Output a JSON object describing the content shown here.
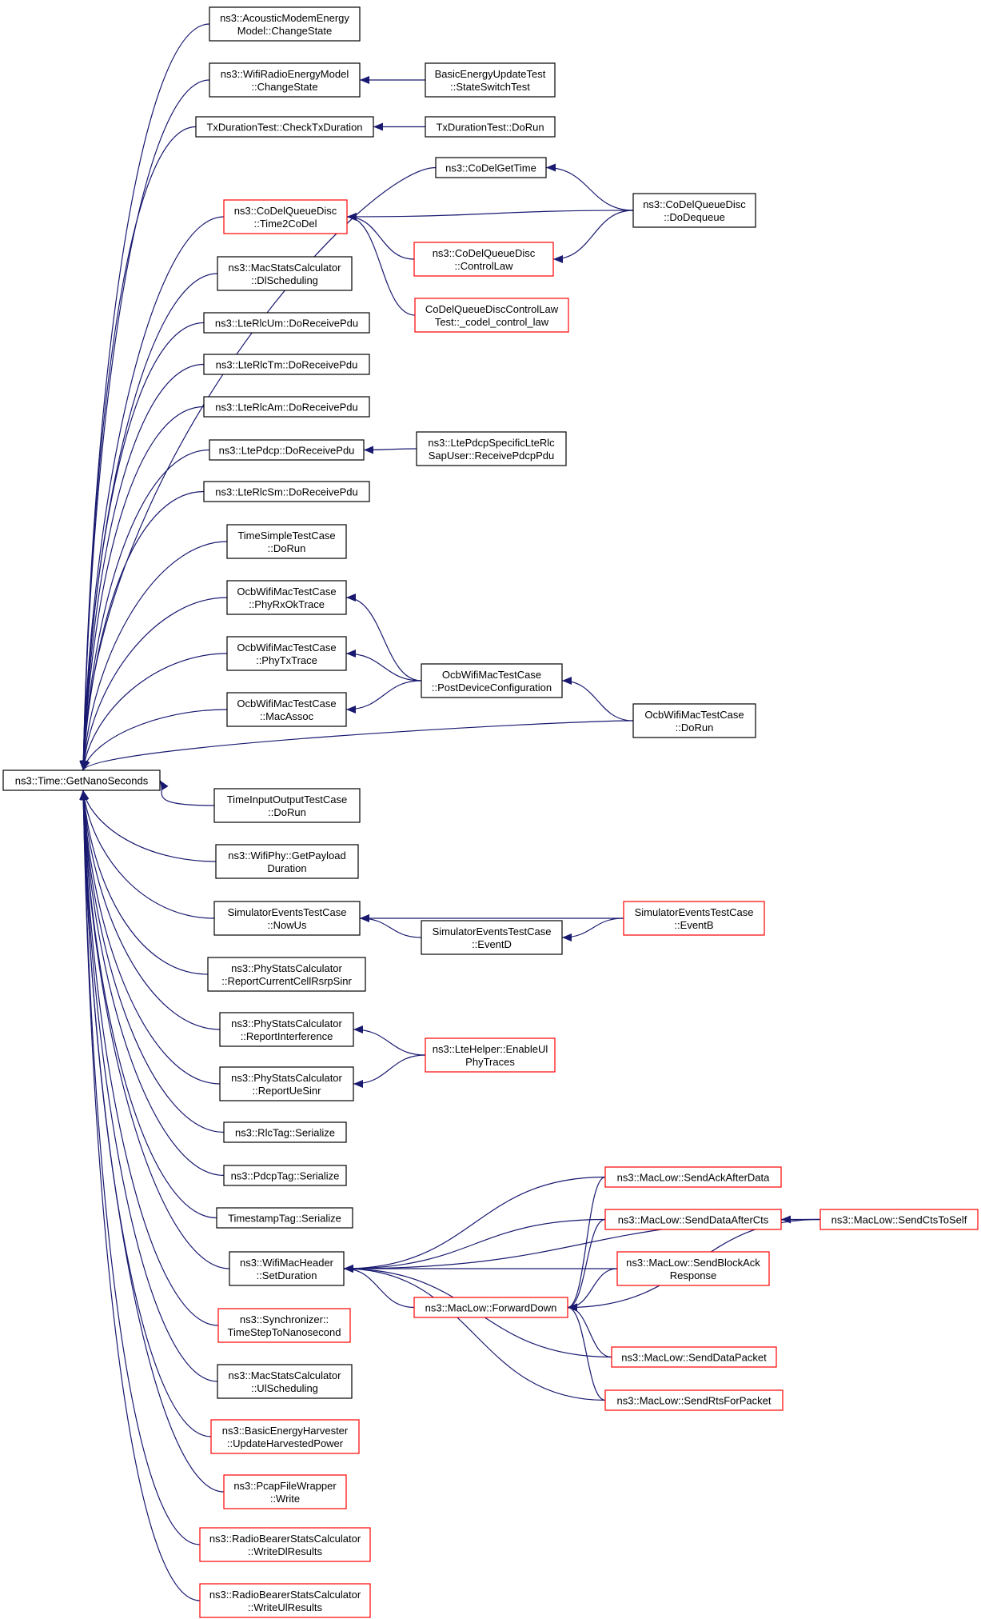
{
  "colors": {
    "edge": "#191970",
    "node_border": "#000000",
    "node_border_truncated": "#ff0000",
    "root_fill": "#bfbfbf",
    "node_fill": "#ffffff"
  },
  "nodes": {
    "root": {
      "lines": [
        "ns3::Time::GetNanoSeconds"
      ],
      "root": true
    },
    "n1": {
      "lines": [
        "ns3::AcousticModemEnergy",
        "Model::ChangeState"
      ]
    },
    "n2": {
      "lines": [
        "ns3::WifiRadioEnergyModel",
        "::ChangeState"
      ]
    },
    "n2a": {
      "lines": [
        "BasicEnergyUpdateTest",
        "::StateSwitchTest"
      ]
    },
    "n3": {
      "lines": [
        "TxDurationTest::CheckTxDuration"
      ]
    },
    "n3a": {
      "lines": [
        "TxDurationTest::DoRun"
      ]
    },
    "n4": {
      "lines": [
        "ns3::CoDelGetTime"
      ]
    },
    "n5": {
      "lines": [
        "ns3::CoDelQueueDisc",
        "::Time2CoDel"
      ],
      "truncated": true
    },
    "n5a": {
      "lines": [
        "ns3::CoDelQueueDisc",
        "::ControlLaw"
      ],
      "truncated": true
    },
    "n5b": {
      "lines": [
        "CoDelQueueDiscControlLaw",
        "Test::_codel_control_law"
      ],
      "truncated": true
    },
    "n5c": {
      "lines": [
        "ns3::CoDelQueueDisc",
        "::DoDequeue"
      ]
    },
    "n6": {
      "lines": [
        "ns3::MacStatsCalculator",
        "::DlScheduling"
      ]
    },
    "n7": {
      "lines": [
        "ns3::LteRlcUm::DoReceivePdu"
      ]
    },
    "n8": {
      "lines": [
        "ns3::LteRlcTm::DoReceivePdu"
      ]
    },
    "n9": {
      "lines": [
        "ns3::LteRlcAm::DoReceivePdu"
      ]
    },
    "n10": {
      "lines": [
        "ns3::LtePdcp::DoReceivePdu"
      ]
    },
    "n10a": {
      "lines": [
        "ns3::LtePdcpSpecificLteRlc",
        "SapUser::ReceivePdcpPdu"
      ]
    },
    "n11": {
      "lines": [
        "ns3::LteRlcSm::DoReceivePdu"
      ]
    },
    "n12": {
      "lines": [
        "TimeSimpleTestCase",
        "::DoRun"
      ]
    },
    "n13": {
      "lines": [
        "OcbWifiMacTestCase",
        "::PhyRxOkTrace"
      ]
    },
    "n14": {
      "lines": [
        "OcbWifiMacTestCase",
        "::PhyTxTrace"
      ]
    },
    "n15": {
      "lines": [
        "OcbWifiMacTestCase",
        "::MacAssoc"
      ]
    },
    "n15a": {
      "lines": [
        "OcbWifiMacTestCase",
        "::PostDeviceConfiguration"
      ]
    },
    "n15b": {
      "lines": [
        "OcbWifiMacTestCase",
        "::DoRun"
      ]
    },
    "n16": {
      "lines": [
        "TimeInputOutputTestCase",
        "::DoRun"
      ]
    },
    "n17": {
      "lines": [
        "ns3::WifiPhy::GetPayload",
        "Duration"
      ]
    },
    "n18": {
      "lines": [
        "SimulatorEventsTestCase",
        "::NowUs"
      ]
    },
    "n18a": {
      "lines": [
        "SimulatorEventsTestCase",
        "::EventD"
      ]
    },
    "n18b": {
      "lines": [
        "SimulatorEventsTestCase",
        "::EventB"
      ],
      "truncated": true
    },
    "n19": {
      "lines": [
        "ns3::PhyStatsCalculator",
        "::ReportCurrentCellRsrpSinr"
      ]
    },
    "n20": {
      "lines": [
        "ns3::PhyStatsCalculator",
        "::ReportInterference"
      ]
    },
    "n21": {
      "lines": [
        "ns3::PhyStatsCalculator",
        "::ReportUeSinr"
      ]
    },
    "n21a": {
      "lines": [
        "ns3::LteHelper::EnableUl",
        "PhyTraces"
      ],
      "truncated": true
    },
    "n22": {
      "lines": [
        "ns3::RlcTag::Serialize"
      ]
    },
    "n23": {
      "lines": [
        "ns3::PdcpTag::Serialize"
      ]
    },
    "n24": {
      "lines": [
        "TimestampTag::Serialize"
      ]
    },
    "n25": {
      "lines": [
        "ns3::WifiMacHeader",
        "::SetDuration"
      ]
    },
    "m1": {
      "lines": [
        "ns3::MacLow::SendAckAfterData"
      ],
      "truncated": true
    },
    "m2": {
      "lines": [
        "ns3::MacLow::SendDataAfterCts"
      ],
      "truncated": true
    },
    "m3": {
      "lines": [
        "ns3::MacLow::SendBlockAck",
        "Response"
      ],
      "truncated": true
    },
    "m4": {
      "lines": [
        "ns3::MacLow::ForwardDown"
      ],
      "truncated": true
    },
    "m5": {
      "lines": [
        "ns3::MacLow::SendDataPacket"
      ],
      "truncated": true
    },
    "m6": {
      "lines": [
        "ns3::MacLow::SendRtsForPacket"
      ],
      "truncated": true
    },
    "m7": {
      "lines": [
        "ns3::MacLow::SendCtsToSelf"
      ],
      "truncated": true
    },
    "n26": {
      "lines": [
        "ns3::Synchronizer::",
        "TimeStepToNanosecond"
      ],
      "truncated": true
    },
    "n27": {
      "lines": [
        "ns3::MacStatsCalculator",
        "::UlScheduling"
      ]
    },
    "n28": {
      "lines": [
        "ns3::BasicEnergyHarvester",
        "::UpdateHarvestedPower"
      ],
      "truncated": true
    },
    "n29": {
      "lines": [
        "ns3::PcapFileWrapper",
        "::Write"
      ],
      "truncated": true
    },
    "n30": {
      "lines": [
        "ns3::RadioBearerStatsCalculator",
        "::WriteDlResults"
      ],
      "truncated": true
    },
    "n31": {
      "lines": [
        "ns3::RadioBearerStatsCalculator",
        "::WriteUlResults"
      ],
      "truncated": true
    }
  },
  "edges": [
    [
      "n1",
      "root"
    ],
    [
      "n2",
      "root"
    ],
    [
      "n3",
      "root"
    ],
    [
      "n4",
      "root"
    ],
    [
      "n5",
      "root"
    ],
    [
      "n6",
      "root"
    ],
    [
      "n7",
      "root"
    ],
    [
      "n8",
      "root"
    ],
    [
      "n9",
      "root"
    ],
    [
      "n10",
      "root"
    ],
    [
      "n11",
      "root"
    ],
    [
      "n12",
      "root"
    ],
    [
      "n13",
      "root"
    ],
    [
      "n14",
      "root"
    ],
    [
      "n15",
      "root"
    ],
    [
      "n15b",
      "root"
    ],
    [
      "n16",
      "root"
    ],
    [
      "n17",
      "root"
    ],
    [
      "n18",
      "root"
    ],
    [
      "n19",
      "root"
    ],
    [
      "n20",
      "root"
    ],
    [
      "n21",
      "root"
    ],
    [
      "n22",
      "root"
    ],
    [
      "n23",
      "root"
    ],
    [
      "n24",
      "root"
    ],
    [
      "n25",
      "root"
    ],
    [
      "n26",
      "root"
    ],
    [
      "n27",
      "root"
    ],
    [
      "n28",
      "root"
    ],
    [
      "n29",
      "root"
    ],
    [
      "n30",
      "root"
    ],
    [
      "n31",
      "root"
    ],
    [
      "n2a",
      "n2"
    ],
    [
      "n3a",
      "n3"
    ],
    [
      "n5c",
      "n4"
    ],
    [
      "n5c",
      "n5"
    ],
    [
      "n5a",
      "n5"
    ],
    [
      "n5b",
      "n5"
    ],
    [
      "n5c",
      "n5a"
    ],
    [
      "n10a",
      "n10"
    ],
    [
      "n15a",
      "n13"
    ],
    [
      "n15a",
      "n14"
    ],
    [
      "n15a",
      "n15"
    ],
    [
      "n15b",
      "n15a"
    ],
    [
      "n18a",
      "n18"
    ],
    [
      "n18b",
      "n18"
    ],
    [
      "n18b",
      "n18a"
    ],
    [
      "n21a",
      "n20"
    ],
    [
      "n21a",
      "n21"
    ],
    [
      "m1",
      "n25"
    ],
    [
      "m2",
      "n25"
    ],
    [
      "m3",
      "n25"
    ],
    [
      "m4",
      "n25"
    ],
    [
      "m5",
      "n25"
    ],
    [
      "m6",
      "n25"
    ],
    [
      "m7",
      "n25"
    ],
    [
      "m1",
      "m4"
    ],
    [
      "m2",
      "m4"
    ],
    [
      "m3",
      "m4"
    ],
    [
      "m5",
      "m4"
    ],
    [
      "m6",
      "m4"
    ],
    [
      "m7",
      "m4"
    ],
    [
      "m7",
      "m2"
    ]
  ]
}
